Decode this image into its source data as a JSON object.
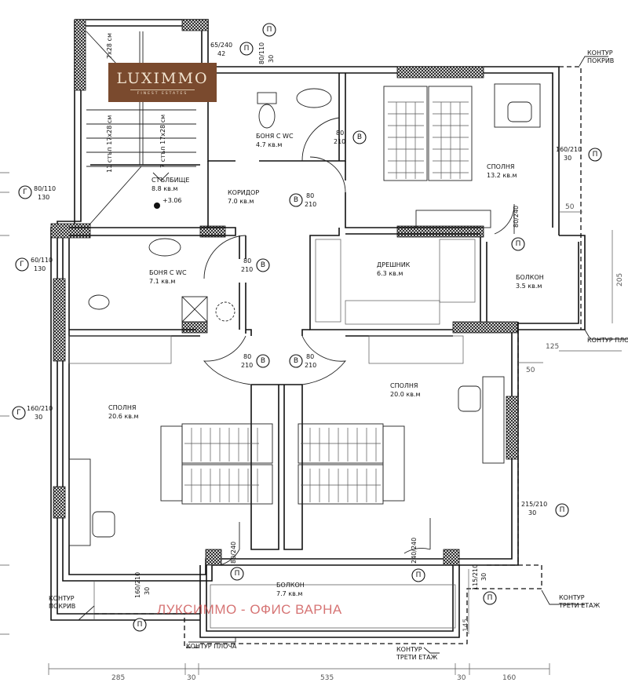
{
  "logo": {
    "name": "LUXIMMO",
    "tagline": "FINEST ESTATES"
  },
  "watermark": "ЛУКСИММО - ОФИС ВАРНА",
  "rooms": [
    {
      "name": "БОНЯ С WC",
      "area": "4.7 кв.м"
    },
    {
      "name": "СТЪЛБИЩЕ",
      "area": "8.8 кв.м"
    },
    {
      "name": "КОРИДОР",
      "area": "7.0 кв.м"
    },
    {
      "name": "СПОЛНЯ",
      "area": "13.2 кв.м"
    },
    {
      "name": "БОНЯ С WC",
      "area": "7.1 кв.м"
    },
    {
      "name": "ДРЕШНИК",
      "area": "6.3 кв.м"
    },
    {
      "name": "БОЛКОН",
      "area": "3.5 кв.м"
    },
    {
      "name": "СПОЛНЯ",
      "area": "20.6 кв.м"
    },
    {
      "name": "СПОЛНЯ",
      "area": "20.0 кв.м"
    },
    {
      "name": "БОЛКОН",
      "area": "7.7 кв.м"
    }
  ],
  "level": "+3.06",
  "stairs": [
    "11 стъп 17x28 см",
    "7 стъп 17x28 см",
    "7x28 см"
  ],
  "doors": {
    "size": "80",
    "height": "210",
    "mark": "В"
  },
  "windows": [
    {
      "size": "65/240",
      "sill": "42",
      "mark": "П"
    },
    {
      "size": "80/110",
      "sill": "30",
      "mark": "П"
    },
    {
      "size": "160/210",
      "sill": "30",
      "mark": "П"
    },
    {
      "size": "80/240",
      "sill": "",
      "mark": "П"
    },
    {
      "size": "80/110",
      "sill": "130",
      "mark": "Г"
    },
    {
      "size": "60/110",
      "sill": "130",
      "mark": "Г"
    },
    {
      "size": "160/210",
      "sill": "30",
      "mark": "Г"
    },
    {
      "size": "215/210",
      "sill": "30",
      "mark": "П"
    },
    {
      "size": "80/240",
      "sill": "",
      "mark": "П"
    },
    {
      "size": "240/240",
      "sill": "",
      "mark": "П"
    },
    {
      "size": "115/210",
      "sill": "30",
      "mark": "П"
    },
    {
      "size": "160/210",
      "sill": "30",
      "mark": "П"
    }
  ],
  "contours": {
    "roof": [
      "КОНТУР",
      "ПОКРИВ"
    ],
    "slab": "КОНТУР ПЛОЧА",
    "third_floor": [
      "КОНТУР",
      "ТРЕТИ ЕТАЖ"
    ]
  },
  "dimensions": {
    "bottom": [
      "285",
      "30",
      "535",
      "30",
      "160"
    ],
    "right": [
      "50",
      "205",
      "125",
      "50"
    ],
    "balcony": "145"
  }
}
